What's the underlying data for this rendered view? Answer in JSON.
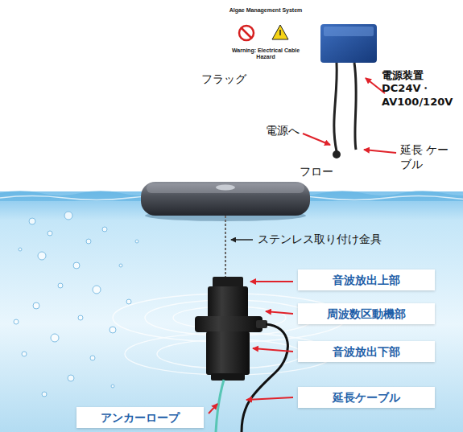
{
  "diagram": {
    "nodes": [
      {
        "text": [
          "Algae Management System",
          "Warning: Electrical Cable Hazard"
        ]
      },
      {
        "text": [
          "音波放出上部"
        ]
      },
      {
        "text": [
          "周波数区動機部"
        ]
      },
      {
        "text": [
          "音波放出下部"
        ]
      },
      {
        "text": [
          "延長ケーブル"
        ]
      },
      {
        "text": [
          "アンカーロープ"
        ]
      }
    ],
    "labels": [
      "フラッグ",
      "電源装置 DC24V・ AV100/120V",
      "電源へ",
      "延長 ケーブル",
      "フロー",
      "ステンレス取り付け金具"
    ]
  }
}
